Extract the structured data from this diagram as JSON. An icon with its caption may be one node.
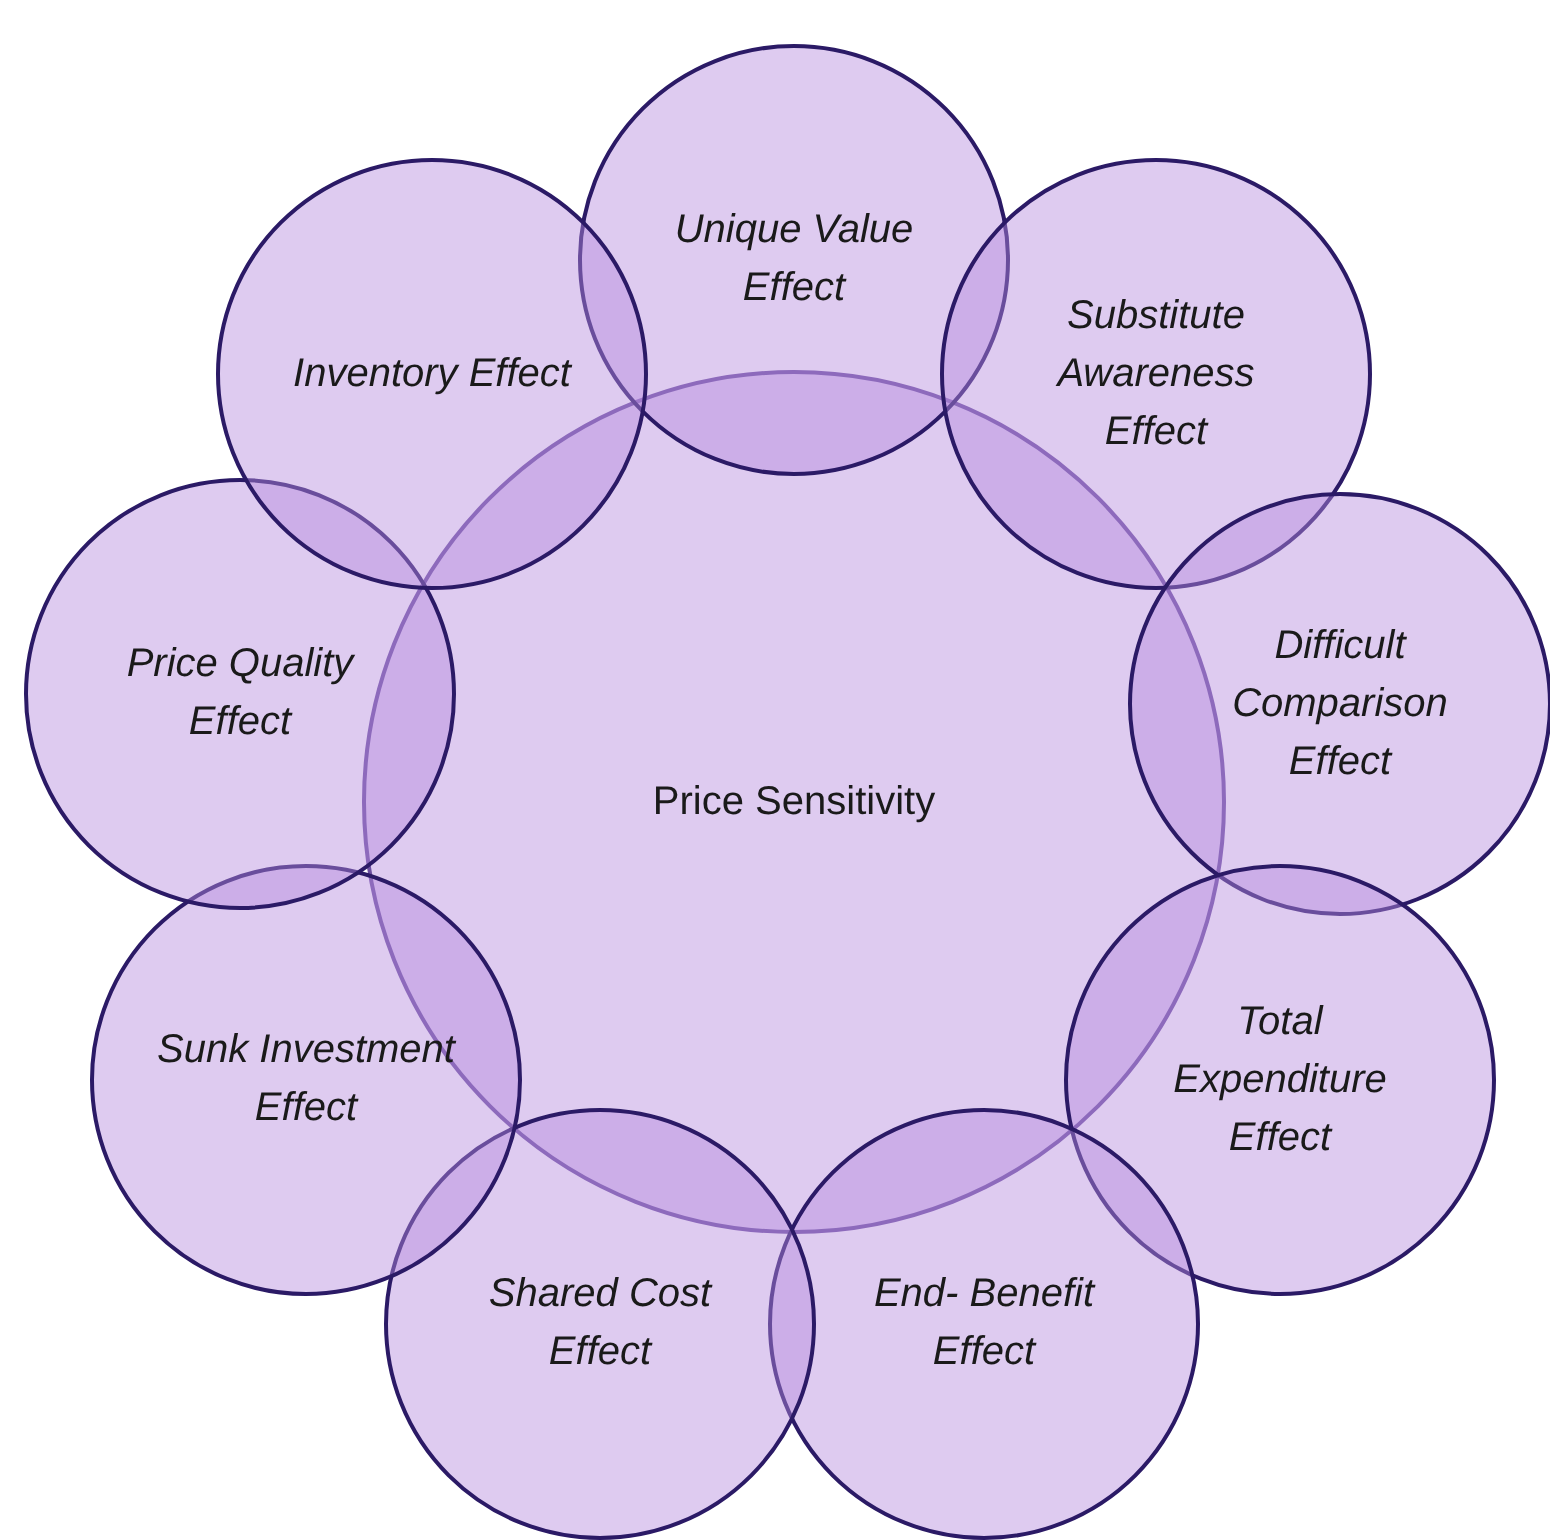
{
  "diagram": {
    "nodes": [
      {
        "text": [
          "Price Sensitivity"
        ]
      },
      {
        "text": [
          "Unique Value Effect"
        ]
      },
      {
        "text": [
          "Substitute Awareness Effect"
        ]
      },
      {
        "text": [
          "Difficult Comparison Effect"
        ]
      },
      {
        "text": [
          "Total Expenditure Effect"
        ]
      },
      {
        "text": [
          "End- Benefit Effect"
        ]
      },
      {
        "text": [
          "Shared Cost Effect"
        ]
      },
      {
        "text": [
          "Sunk Investment Effect"
        ]
      },
      {
        "text": [
          "Price Quality Effect"
        ]
      },
      {
        "text": [
          "Inventory Effect"
        ]
      }
    ]
  }
}
